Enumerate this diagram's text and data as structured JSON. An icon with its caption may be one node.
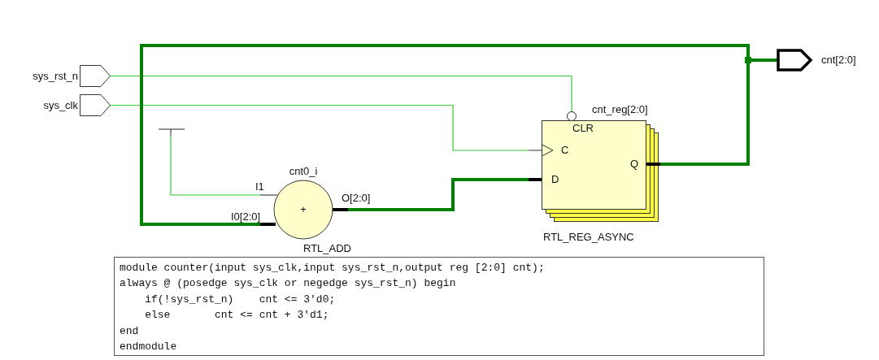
{
  "diagram": {
    "nodes": [
      {
        "text": [
          "sys_rst_n"
        ]
      },
      {
        "text": [
          "sys_clk"
        ]
      },
      {
        "text": [],
        "shape": "bar"
      },
      {
        "text": [
          "cnt0_i",
          "+"
        ],
        "beside": [
          "I1",
          "I0[2:0]",
          "O[2:0]",
          "RTL_ADD"
        ]
      },
      {
        "text": [
          "cnt_reg[2:0]",
          "CLR",
          "C",
          "D",
          "Q"
        ],
        "beside": [
          "RTL_REG_ASYNC"
        ]
      },
      {
        "text": [
          "cnt[2:0]"
        ]
      },
      {
        "text": [
          "module counter(input sys_clk,input sys_rst_n,output reg [2:0] cnt);",
          "always @ (posedge sys_clk or negedge sys_rst_n) begin",
          "    if(!sys_rst_n)    cnt <= 3'd0;",
          "    else       cnt <= cnt + 3'd1;",
          "end",
          "endmodule"
        ]
      }
    ],
    "edges": [
      {
        "from": 0,
        "to": 4,
        "arrow": "none",
        "color": "#33cc33"
      },
      {
        "from": 1,
        "to": 4,
        "arrow": "none",
        "color": "#33cc33"
      },
      {
        "from": 2,
        "to": 3,
        "arrow": "none",
        "color": "#33cc33"
      },
      {
        "from": 3,
        "to": 4,
        "arrow": "none",
        "style": "thick",
        "color": "#008000"
      },
      {
        "from": 4,
        "to": 5,
        "arrow": "none",
        "style": "thick",
        "color": "#008000"
      },
      {
        "from": 4,
        "to": 3,
        "arrow": "none",
        "style": "thick",
        "color": "#008000"
      }
    ]
  }
}
